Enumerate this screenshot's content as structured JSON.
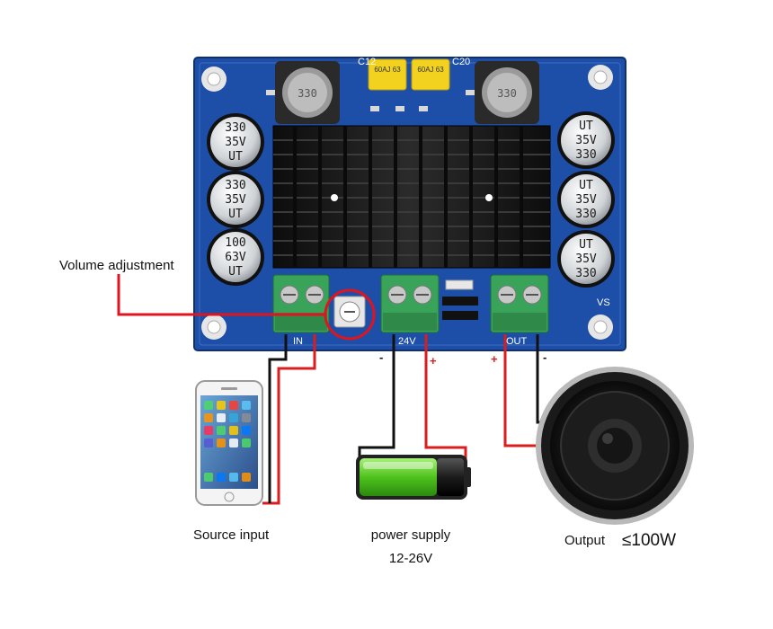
{
  "labels": {
    "volume": "Volume adjustment",
    "source": "Source input",
    "power_line1": "power supply",
    "power_line2": "12-26V",
    "output_prefix": "Output",
    "output_value": "≤100W"
  },
  "board": {
    "terminal_in": "IN",
    "terminal_power": "24V",
    "terminal_out": "OUT",
    "vs_mark": "VS",
    "cap_top_left": "60AJ 63",
    "cap_top_right": "60AJ 63",
    "inductor_left": "330",
    "inductor_right": "330",
    "silk_c12": "C12",
    "silk_c20": "C20",
    "electrolytics_left": [
      {
        "l1": "330",
        "l2": "35V",
        "l3": "UT"
      },
      {
        "l1": "330",
        "l2": "35V",
        "l3": "UT"
      },
      {
        "l1": "100",
        "l2": "63V",
        "l3": "UT"
      }
    ],
    "electrolytics_right": [
      {
        "l1": "UT",
        "l2": "35V",
        "l3": "330"
      },
      {
        "l1": "UT",
        "l2": "35V",
        "l3": "330"
      },
      {
        "l1": "UT",
        "l2": "35V",
        "l3": "330"
      }
    ]
  },
  "wire_signs": {
    "in_minus": "-",
    "in_plus": "+",
    "pwr_minus": "-",
    "pwr_plus": "+",
    "out_plus": "+",
    "out_minus": "-"
  },
  "colors": {
    "board": "#1d4fa8",
    "heatsink": "#1c1c1c",
    "terminal": "#3aa35a",
    "wire_red": "#d81e1e",
    "wire_black": "#111111",
    "battery": "#5ed12a",
    "highlight": "#e0141e"
  }
}
